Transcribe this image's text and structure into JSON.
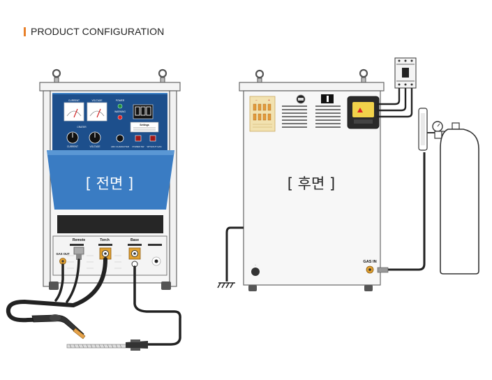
{
  "heading": {
    "title": "PRODUCT CONFIGURATION"
  },
  "front": {
    "label": "[ 전면 ]",
    "meters": [
      "CURRENT",
      "VOLTAGE"
    ],
    "power": "POWER",
    "warning": "WARNING",
    "crater": "CRATER",
    "knobs": [
      "CURRENT",
      "VOLTAGE"
    ],
    "settings_title": "Settings",
    "switches": [
      "ARC CHARACTER",
      "POWER SW",
      "WITHOUT GAS"
    ],
    "terminals": {
      "remote": "Remote",
      "torch": "Torch",
      "base": "Base",
      "gas_out": "GAS OUT"
    }
  },
  "rear": {
    "label": "[ 후면 ]",
    "gas_in": "GAS IN"
  },
  "colors": {
    "accent": "#e8802a",
    "panel_blue": "#2a6cb4",
    "panel_dark": "#1d4f8c",
    "cover_blue": "#3b7fc4",
    "body_white": "#f7f7f7",
    "outline": "#555555",
    "cable": "#222222"
  }
}
